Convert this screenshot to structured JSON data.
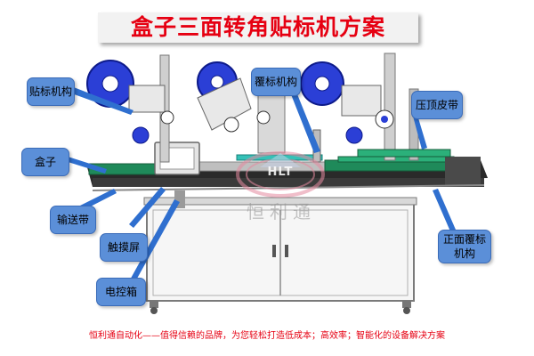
{
  "title": "盒子三面转角贴标机方案",
  "callouts": {
    "labeling_mechanism": "贴标机构",
    "box": "盒子",
    "conveyor": "输送带",
    "touch_screen": "触摸屏",
    "control_box": "电控箱",
    "wrap_mechanism": "覆标机构",
    "top_press_belt": "压顶皮带",
    "front_wrap_line1": "正面覆标",
    "front_wrap_line2": "机构"
  },
  "watermark": {
    "logo_text": "HLT",
    "brand": "恒利通"
  },
  "footer": "恒利通自动化——值得信赖的品牌，为您轻松打造低成本；高效率；智能化的设备解决方案",
  "colors": {
    "title_red": "#e60012",
    "callout_blue": "#5b8fd8",
    "arrow_blue": "#2f6fcf",
    "machine_blue": "#2b3fd6",
    "belt_green": "#1f8a5a",
    "frame_gray": "#9a9a9a"
  }
}
